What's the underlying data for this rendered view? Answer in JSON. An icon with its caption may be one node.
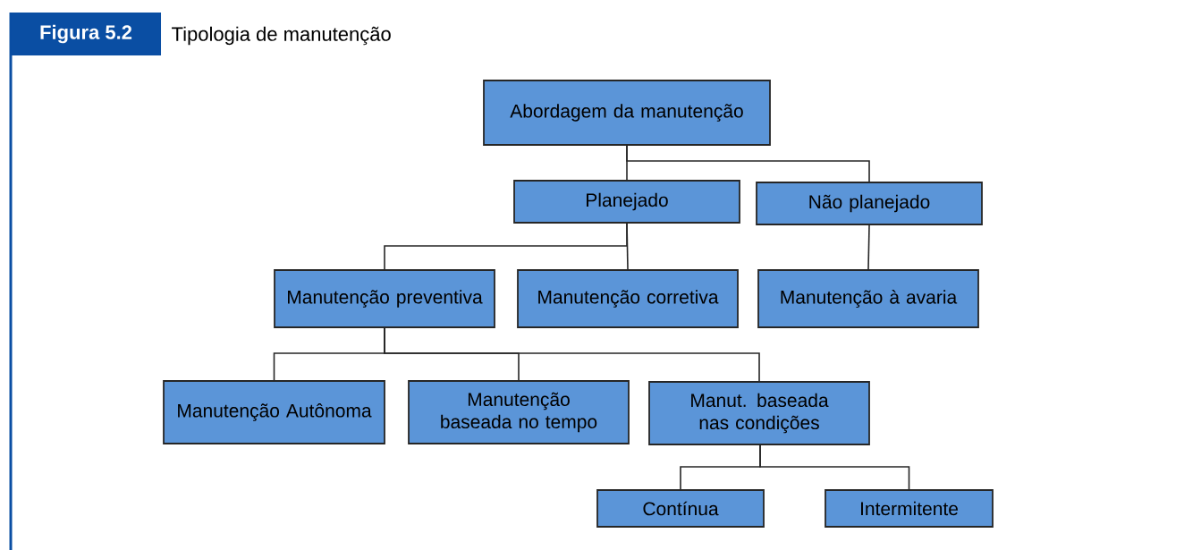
{
  "diagram": {
    "title": "Tipologia de manutenção",
    "nodes": [
      {
        "text": [
          "Abordagem da manutenção"
        ]
      },
      {
        "text": [
          "Planejado"
        ]
      },
      {
        "text": [
          "Não planejado"
        ]
      },
      {
        "text": [
          "Manutenção preventiva"
        ]
      },
      {
        "text": [
          "Manutenção corretiva"
        ]
      },
      {
        "text": [
          "Manutenção à avaria"
        ]
      },
      {
        "text": [
          "Manutenção Autônoma"
        ]
      },
      {
        "text": [
          "Manutenção baseada no tempo"
        ]
      },
      {
        "text": [
          "Manut. baseada nas condições"
        ]
      },
      {
        "text": [
          "Contínua"
        ]
      },
      {
        "text": [
          "Intermitente"
        ]
      }
    ],
    "edges": [
      {
        "from": 0,
        "to": 1,
        "arrow": "none"
      },
      {
        "from": 0,
        "to": 2,
        "arrow": "none"
      },
      {
        "from": 1,
        "to": 3,
        "arrow": "none"
      },
      {
        "from": 1,
        "to": 4,
        "arrow": "none"
      },
      {
        "from": 2,
        "to": 5,
        "arrow": "none"
      },
      {
        "from": 3,
        "to": 6,
        "arrow": "none"
      },
      {
        "from": 3,
        "to": 7,
        "arrow": "none"
      },
      {
        "from": 3,
        "to": 8,
        "arrow": "none"
      },
      {
        "from": 8,
        "to": 9,
        "arrow": "none"
      },
      {
        "from": 8,
        "to": 10,
        "arrow": "none"
      }
    ],
    "labels": [
      "Figura 5.2"
    ]
  }
}
